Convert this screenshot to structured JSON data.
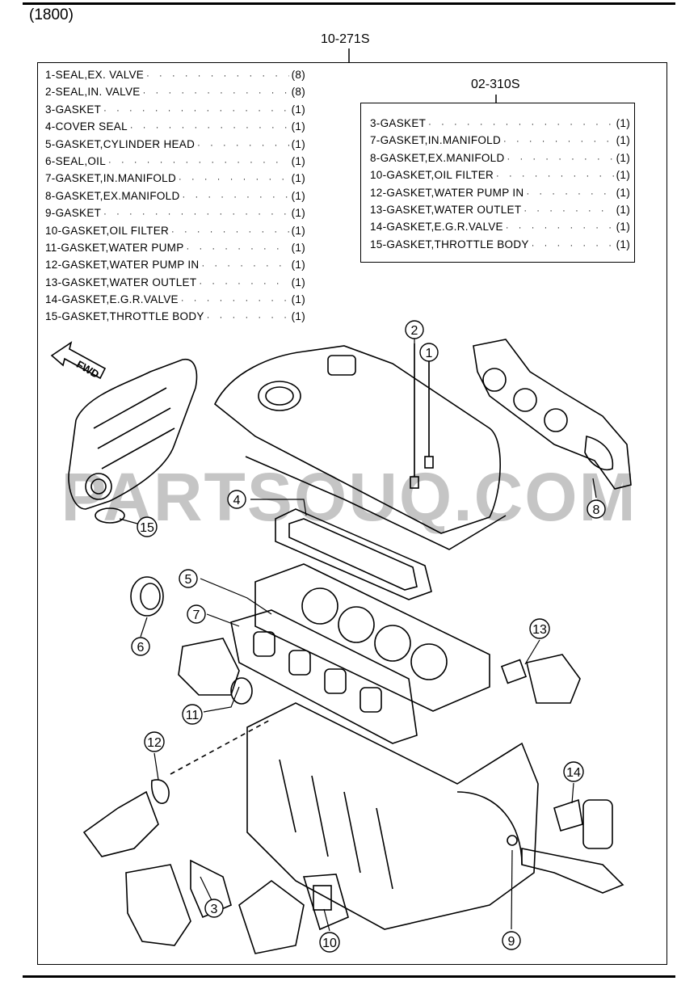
{
  "header": {
    "page_code": "(1800)"
  },
  "main_kit": {
    "code": "10-271S",
    "parts": [
      {
        "name": "1-SEAL,EX. VALVE",
        "qty": "(8)"
      },
      {
        "name": "2-SEAL,IN. VALVE",
        "qty": "(8)"
      },
      {
        "name": "3-GASKET",
        "qty": "(1)"
      },
      {
        "name": "4-COVER SEAL",
        "qty": "(1)"
      },
      {
        "name": "5-GASKET,CYLINDER HEAD",
        "qty": "(1)"
      },
      {
        "name": "6-SEAL,OIL",
        "qty": "(1)"
      },
      {
        "name": "7-GASKET,IN.MANIFOLD",
        "qty": "(1)"
      },
      {
        "name": "8-GASKET,EX.MANIFOLD",
        "qty": "(1)"
      },
      {
        "name": "9-GASKET",
        "qty": "(1)"
      },
      {
        "name": "10-GASKET,OIL FILTER",
        "qty": "(1)"
      },
      {
        "name": "11-GASKET,WATER PUMP",
        "qty": "(1)"
      },
      {
        "name": "12-GASKET,WATER PUMP IN",
        "qty": "(1)"
      },
      {
        "name": "13-GASKET,WATER OUTLET",
        "qty": "(1)"
      },
      {
        "name": "14-GASKET,E.G.R.VALVE",
        "qty": "(1)"
      },
      {
        "name": "15-GASKET,THROTTLE BODY",
        "qty": "(1)"
      }
    ]
  },
  "sub_kit": {
    "code": "02-310S",
    "parts": [
      {
        "name": "3-GASKET",
        "qty": "(1)"
      },
      {
        "name": "7-GASKET,IN.MANIFOLD",
        "qty": "(1)"
      },
      {
        "name": "8-GASKET,EX.MANIFOLD",
        "qty": "(1)"
      },
      {
        "name": "10-GASKET,OIL FILTER",
        "qty": "(1)"
      },
      {
        "name": "12-GASKET,WATER PUMP IN",
        "qty": "(1)"
      },
      {
        "name": "13-GASKET,WATER OUTLET",
        "qty": "(1)"
      },
      {
        "name": "14-GASKET,E.G.R.VALVE",
        "qty": "(1)"
      },
      {
        "name": "15-GASKET,THROTTLE BODY",
        "qty": "(1)"
      }
    ]
  },
  "diagram": {
    "direction_label": "FWD",
    "callouts": [
      "1",
      "2",
      "3",
      "4",
      "5",
      "6",
      "7",
      "8",
      "9",
      "10",
      "11",
      "12",
      "13",
      "14",
      "15"
    ]
  },
  "watermark": {
    "text": "PARTSOUQ.COM"
  }
}
